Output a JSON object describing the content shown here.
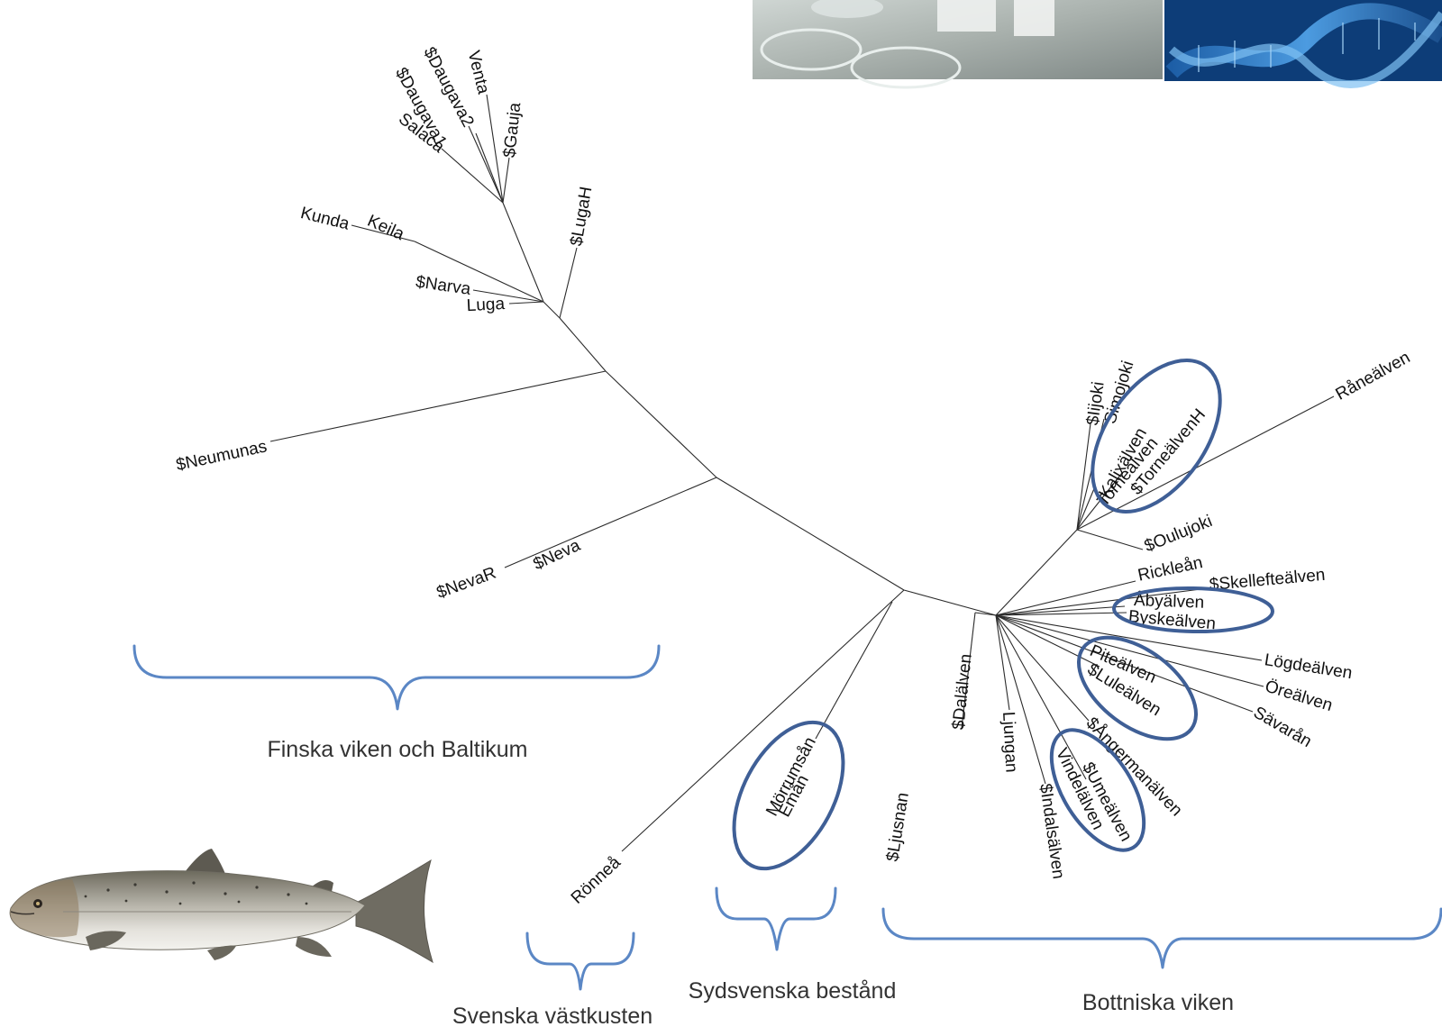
{
  "leaves": {
    "daugava1": "$Daugava1",
    "daugava2": "$Daugava2",
    "venta": "Venta",
    "gauja": "$Gauja",
    "salaca": "Salaca",
    "lugah": "$LugaH",
    "kunda": "Kunda",
    "keila": "Keila",
    "narva": "$Narva",
    "luga": "Luga",
    "neumunas": "$Neumunas",
    "nevar": "$NevaR",
    "neva": "$Neva",
    "ronnea": "Rönneå",
    "morrumsan": "Mörrumsån",
    "eman": "Emån",
    "ljusnan": "$Ljusnan",
    "dalalven": "$Dalälven",
    "ljungan": "Ljungan",
    "indalsalven": "$Indalsälven",
    "vindelalven": "Vindelälven",
    "umealven": "$Umeälven",
    "angermanalven": "$Ångermanälven",
    "savaran": "Sävarån",
    "orealven": "Öreälven",
    "logdealven": "Lögdeälven",
    "lulealven": "$Luleälven",
    "pitealven": "Piteälven",
    "byskealven": "Byskeälven",
    "abyalven": "Åbyälven",
    "skelleftealven": "$Skellefteälven",
    "rickle": "Rickleån",
    "oulujoki": "$Oulujoki",
    "kalixalven": "Kalixälven",
    "tornealven": "Torneälven",
    "tornealvenh": "$TorneälvenH",
    "simojoki": "Simojoki",
    "iijoki": "$Iijoki",
    "raneal": "Råneälven"
  },
  "groups": {
    "finska": "Finska viken och Baltikum",
    "vastkusten": "Svenska västkusten",
    "sydsvenska": "Sydsvenska bestånd",
    "bottniska": "Bottniska viken"
  },
  "images": {
    "petri_dishes_photo": "petri-dishes-photo",
    "dna_helix_photo": "dna-helix-photo",
    "salmon_illustration": "salmon-illustration"
  },
  "colors": {
    "accent": "#3f5f96",
    "brace": "#5b87c5"
  }
}
